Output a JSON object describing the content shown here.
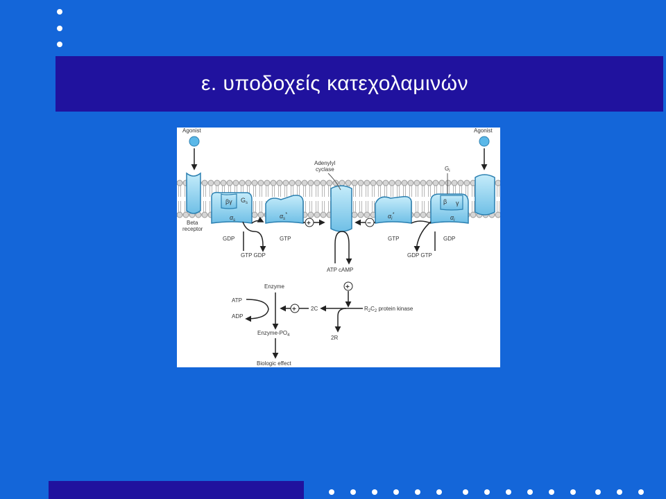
{
  "slide": {
    "title": "ε. υποδοχείς κατεχολαμινών"
  },
  "colors": {
    "background": "#1466d9",
    "title_band": "#20129e",
    "protein_fill": "#8fd0ec",
    "protein_stroke": "#2a7fb0"
  },
  "diagram": {
    "agonist_left": "Agonist",
    "agonist_right": "Agonist",
    "adenylyl_cyclase": [
      "Adenylyl",
      "cyclase"
    ],
    "gi": "G",
    "gi_sub": "i",
    "gs": "G",
    "gs_sub": "s",
    "beta_gamma": "βγ",
    "alpha_s": "α",
    "alpha_s_sub": "s",
    "alpha_s_star": "α",
    "alpha_s_star_sub": "s",
    "alpha_i_star": "α",
    "alpha_i_star_sub": "i",
    "alpha_i": "α",
    "alpha_i_sub": "i",
    "beta": "β",
    "gamma": "γ",
    "beta_receptor": [
      "Beta",
      "receptor"
    ],
    "gdp_left": "GDP",
    "gtp_left": "GTP",
    "gtp_right": "GTP",
    "gdp_right": "GDP",
    "gtp_gdp_left": "GTP  GDP",
    "gdp_gtp_right": "GDP  GTP",
    "atp_camp": "ATP  cAMP",
    "enzyme": "Enzyme",
    "atp": "ATP",
    "adp": "ADP",
    "two_c": "2C",
    "protein_kinase": "R",
    "protein_kinase_sub1": "2",
    "protein_kinase_mid": "C",
    "protein_kinase_sub2": "2",
    "protein_kinase_tail": " protein kinase",
    "enzyme_po4": "Enzyme-PO",
    "enzyme_po4_sub": "4",
    "two_r": "2R",
    "biologic_effect": "Biologic effect",
    "plus": "+",
    "minus": "−"
  }
}
